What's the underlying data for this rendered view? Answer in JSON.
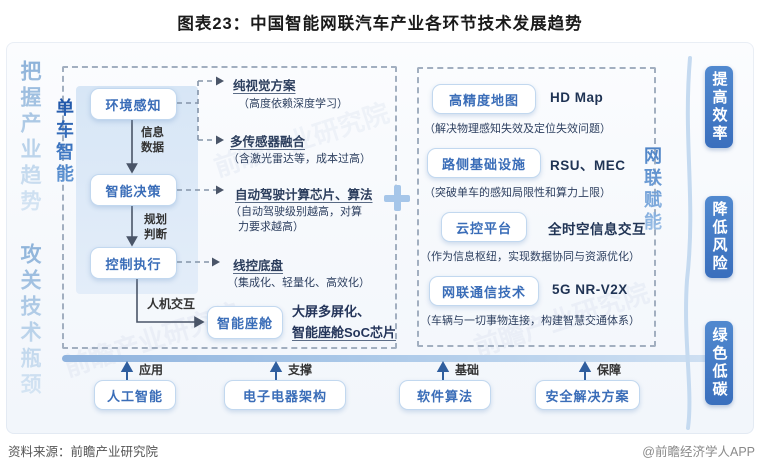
{
  "title": "图表23：中国智能网联汽车产业各环节技术发展趋势",
  "strategy_rail": {
    "line1": "把握产业趋势",
    "line2": "攻关技术瓶颈"
  },
  "vehicle_intelligence": {
    "label": "单车智能",
    "nodes": {
      "perception": "环境感知",
      "decision": "智能决策",
      "execution": "控制执行",
      "cockpit": "智能座舱"
    },
    "edges": {
      "info1": "信息",
      "info2": "数据",
      "plan1": "规划",
      "plan2": "判断",
      "hmi": "人机交互"
    },
    "annotations": [
      {
        "title": "纯视觉方案",
        "note": "（高度依赖深度学习）"
      },
      {
        "title": "多传感器融合",
        "note": "（含激光雷达等，成本过高）"
      },
      {
        "title": "自动驾驶计算芯片、算法",
        "note1": "（自动驾驶级别越高，对算",
        "note2": "力要求越高）"
      },
      {
        "title": "线控底盘",
        "note": "（集成化、轻量化、高效化）"
      },
      {
        "title": "大屏多屏化、",
        "note": "智能座舱SoC芯片"
      }
    ]
  },
  "network_empowerment": {
    "label": "网联赋能",
    "rows": [
      {
        "box": "高精度地图",
        "tag": "HD Map",
        "note": "（解决物理感知失效及定位失效问题）"
      },
      {
        "box": "路侧基础设施",
        "tag": "RSU、MEC",
        "note": "（突破单车的感知局限性和算力上限）"
      },
      {
        "box": "云控平台",
        "tag": "全时空信息交互",
        "note": "（作为信息枢纽，实现数据协同与资源优化）"
      },
      {
        "box": "网联通信技术",
        "tag": "5G NR-V2X",
        "note": "（车辆与一切事物连接，构建智慧交通体系）"
      }
    ]
  },
  "foundations": [
    {
      "edge": "应用",
      "box": "人工智能"
    },
    {
      "edge": "支撑",
      "box": "电子电器架构"
    },
    {
      "edge": "基础",
      "box": "软件算法"
    },
    {
      "edge": "保障",
      "box": "安全解决方案"
    }
  ],
  "outcomes": [
    {
      "label": "提高效率"
    },
    {
      "label": "降低风险"
    },
    {
      "label": "绿色低碳"
    }
  ],
  "footer": {
    "source": "资料来源：前瞻产业研究院",
    "credit": "@前瞻经济学人APP"
  },
  "watermark": "前瞻产业研究院",
  "colors": {
    "accent_blue": "#3a6db8",
    "badge_blue": "#3e78c8",
    "navy_text": "#2c3e5d",
    "dashed_border": "#a2afc0",
    "panel_blue": "#dbe9f8"
  }
}
